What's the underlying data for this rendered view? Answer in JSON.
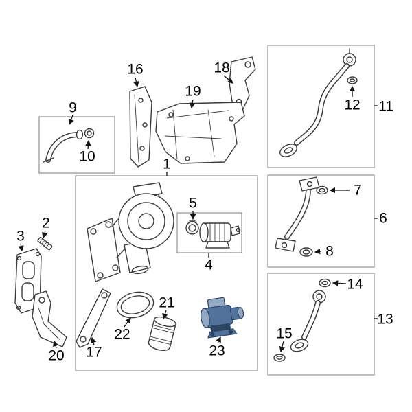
{
  "diagram": {
    "type": "exploded-parts-diagram",
    "background": "#ffffff",
    "line_color": "#3a3a3a",
    "box_border_color": "#919191",
    "label_color": "#000000",
    "highlight_fill": "#52729b",
    "highlight_light": "#93a9c4",
    "highlight_dark": "#2b4563",
    "highlighted_callout": "23"
  },
  "callouts": {
    "c1": "1",
    "c2": "2",
    "c3": "3",
    "c4": "4",
    "c5": "5",
    "c6": "6",
    "c7": "7",
    "c8": "8",
    "c9": "9",
    "c10": "10",
    "c11": "11",
    "c12": "12",
    "c13": "13",
    "c14": "14",
    "c15": "15",
    "c16": "16",
    "c17": "17",
    "c18": "18",
    "c19": "19",
    "c20": "20",
    "c21": "21",
    "c22": "22",
    "c23": "23"
  },
  "parts": [
    {
      "callout": "1",
      "icon": "turbocharger-drawing"
    },
    {
      "callout": "2",
      "icon": "stud-bolt-drawing"
    },
    {
      "callout": "3",
      "icon": "exhaust-gasket-drawing"
    },
    {
      "callout": "4",
      "icon": "actuator-drawing"
    },
    {
      "callout": "5",
      "icon": "clamp-ring-drawing"
    },
    {
      "callout": "6",
      "icon": "coolant-pipe-drawing"
    },
    {
      "callout": "7",
      "icon": "o-ring-drawing"
    },
    {
      "callout": "8",
      "icon": "o-ring-drawing"
    },
    {
      "callout": "9",
      "icon": "coolant-hose-drawing"
    },
    {
      "callout": "10",
      "icon": "seal-ring-drawing"
    },
    {
      "callout": "11",
      "icon": "oil-supply-line-drawing"
    },
    {
      "callout": "12",
      "icon": "o-ring-drawing"
    },
    {
      "callout": "13",
      "icon": "oil-return-pipe-drawing"
    },
    {
      "callout": "14",
      "icon": "o-ring-drawing"
    },
    {
      "callout": "15",
      "icon": "gasket-drawing"
    },
    {
      "callout": "16",
      "icon": "mounting-plate-drawing"
    },
    {
      "callout": "17",
      "icon": "support-bracket-drawing"
    },
    {
      "callout": "18",
      "icon": "support-bracket-drawing"
    },
    {
      "callout": "19",
      "icon": "heat-shield-drawing"
    },
    {
      "callout": "20",
      "icon": "support-bracket-drawing"
    },
    {
      "callout": "21",
      "icon": "air-hose-drawing"
    },
    {
      "callout": "22",
      "icon": "gasket-ring-drawing"
    },
    {
      "callout": "23",
      "icon": "solenoid-valve-drawing"
    }
  ]
}
